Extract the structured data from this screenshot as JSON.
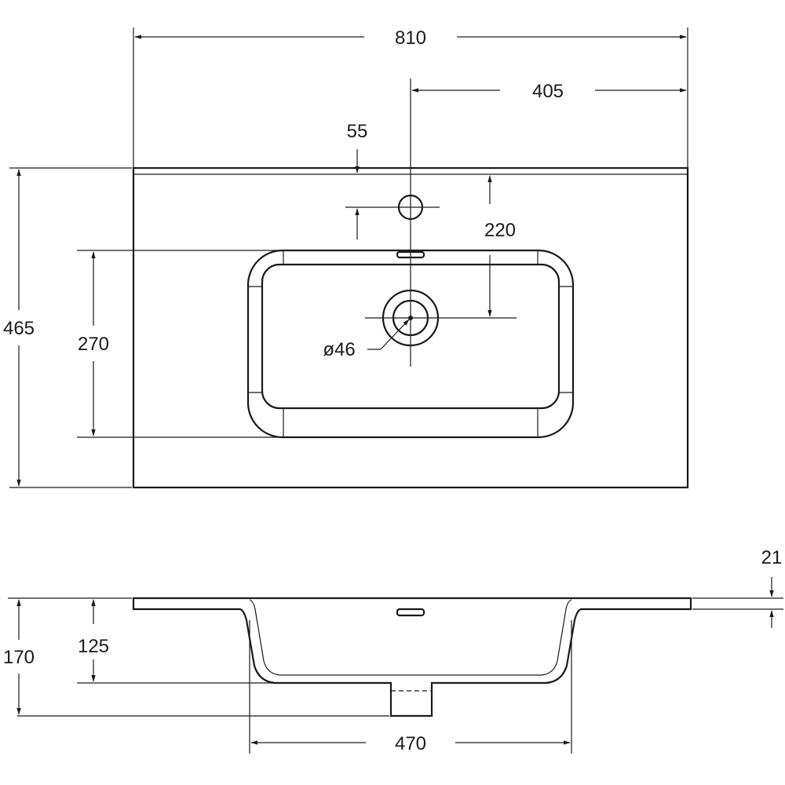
{
  "drawing": {
    "dimensions": {
      "overall_width": "810",
      "half_width": "405",
      "faucet_offset": "55",
      "drain_offset": "220",
      "drain_diameter": "ø46",
      "overall_depth": "465",
      "bowl_depth": "270",
      "counter_thickness": "21",
      "total_height": "170",
      "bowl_height": "125",
      "bowl_width": "470"
    },
    "line_color": "#1a1a1a",
    "background_color": "#ffffff"
  }
}
